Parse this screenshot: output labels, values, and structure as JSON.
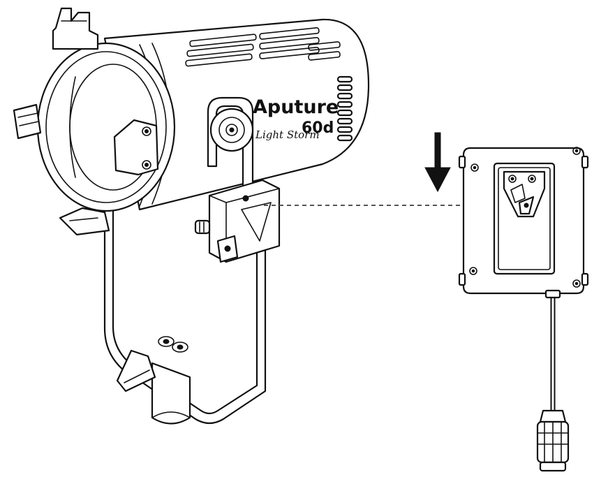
{
  "light": {
    "brand": "Aputure",
    "series": "Light Storm",
    "model": "60d"
  },
  "colors": {
    "line": "#111111",
    "background": "#ffffff",
    "guide": "#555555"
  },
  "icons": {
    "insert_arrow": "arrow-down-icon",
    "slide_guide": "dashed-arrow-right-icon"
  }
}
